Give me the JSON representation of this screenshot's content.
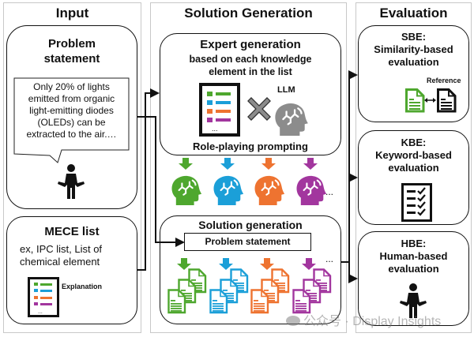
{
  "columns": {
    "input": {
      "title": "Input",
      "problem_box": {
        "title_line1": "Problem",
        "title_line2": "statement",
        "bubble_lines": [
          "Only 20% of lights",
          "emitted from organic",
          "light-emitting diodes",
          "(OLEDs) can be",
          "extracted to the air.…"
        ],
        "icon": "person-shrug-icon"
      },
      "mece_box": {
        "title": "MECE list",
        "line1": "ex, IPC list, List of",
        "line2": "chemical element",
        "icon": "list-document-icon",
        "icon_label": "Explanation"
      }
    },
    "solution": {
      "title": "Solution Generation",
      "expert_box": {
        "title": "Expert generation",
        "subtitle_line1": "based on each knowledge",
        "subtitle_line2": "element in the list",
        "times_icon": "multiply-icon",
        "llm_label": "LLM",
        "llm_icon": "brain-head-icon",
        "footer": "Role-playing prompting"
      },
      "experts": {
        "colors": [
          "#4ea72e",
          "#1b9fd8",
          "#ee7330",
          "#a2369e"
        ],
        "ellipsis": "..."
      },
      "solution_box": {
        "title": "Solution generation",
        "input_label": "Problem statement",
        "ellipsis": "..."
      }
    },
    "evaluation": {
      "title": "Evaluation",
      "sbe": {
        "line1": "SBE:",
        "line2": "Similarity-based",
        "line3": "evaluation",
        "reference_label": "Reference"
      },
      "kbe": {
        "line1": "KBE:",
        "line2": "Keyword-based",
        "line3": "evaluation"
      },
      "hbe": {
        "line1": "HBE:",
        "line2": "Human-based",
        "line3": "evaluation"
      }
    }
  },
  "colors": {
    "green": "#4ea72e",
    "blue": "#1b9fd8",
    "orange": "#ee7330",
    "purple": "#a2369e",
    "gray_llm": "#8c8c8c",
    "panel_border": "#c8c8c8"
  },
  "watermark": "公众号 · Display Insights"
}
